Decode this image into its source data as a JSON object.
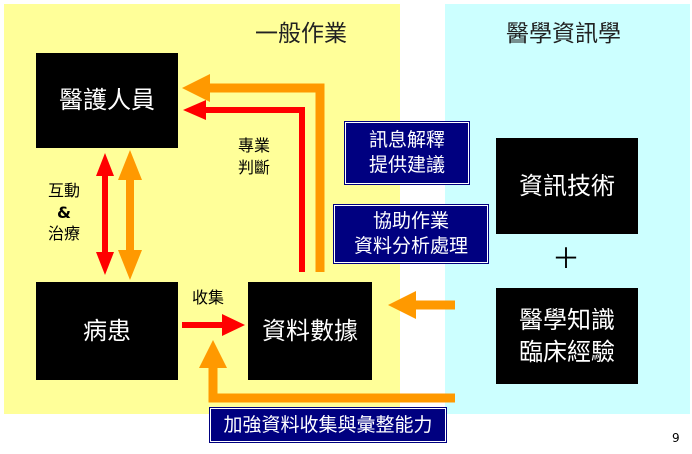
{
  "sections": {
    "general": "一般作業",
    "medical_informatics": "醫學資訊學"
  },
  "nodes": {
    "medical_staff": "醫護人員",
    "patient": "病患",
    "data": "資料數據",
    "info_tech": "資訊技術",
    "med_knowledge_l1": "醫學知識",
    "med_knowledge_l2": "臨床經驗"
  },
  "labels": {
    "interaction_l1": "互動",
    "interaction_l2": "&",
    "interaction_l3": "治療",
    "collect": "收集",
    "judgement_l1": "專業",
    "judgement_l2": "判斷",
    "plus": "＋",
    "page_number": "9"
  },
  "tags": {
    "interpret_l1": "訊息解釋",
    "interpret_l2": "提供建議",
    "assist_l1": "協助作業",
    "assist_l2": "資料分析處理",
    "enhance": "加強資料收集與彙整能力"
  },
  "colors": {
    "general_bg": "#ffff99",
    "medical_bg": "#ccffff",
    "red_arrow": "#ff0000",
    "orange_arrow": "#ff9900",
    "tag_bg": "#000080"
  }
}
